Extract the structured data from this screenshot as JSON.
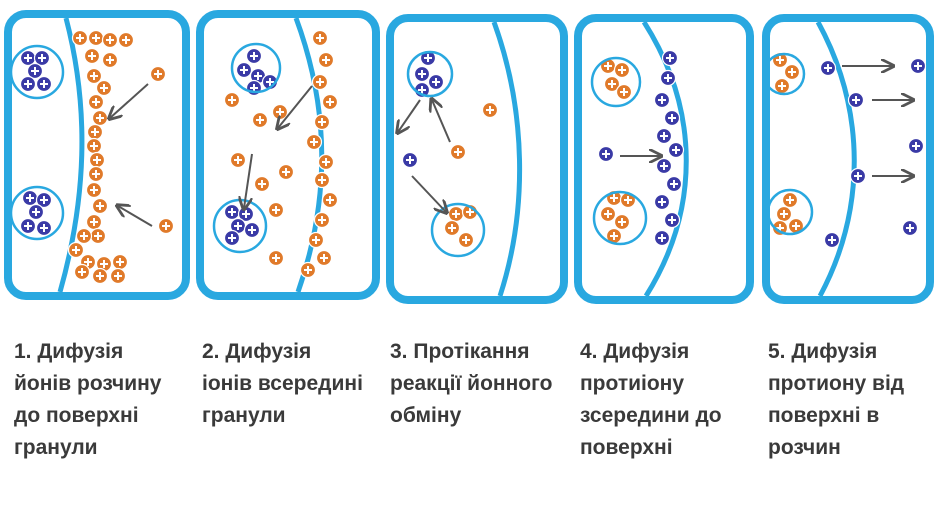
{
  "colors": {
    "frame": "#29a8e0",
    "counter_ion": "#3a3aa6",
    "solution_ion": "#e07a2a",
    "arrow": "#555555",
    "text": "#3a3a3a"
  },
  "ion_symbol": "+",
  "panels": [
    {
      "id": 1,
      "caption_lines": [
        "1. Дифузія",
        "йонів розчину",
        "до поверхні",
        "гранули"
      ]
    },
    {
      "id": 2,
      "caption_lines": [
        "2. Дифузія",
        "іонів всередині",
        "гранули"
      ]
    },
    {
      "id": 3,
      "caption_lines": [
        "3. Протікання",
        "реакції йонного",
        "обміну"
      ]
    },
    {
      "id": 4,
      "caption_lines": [
        "4. Дифузія",
        "протиіону",
        "зсередини до",
        "поверхні"
      ]
    },
    {
      "id": 5,
      "caption_lines": [
        "5. Дифузія",
        "протиону від",
        "поверхні в",
        "розчин"
      ]
    }
  ]
}
